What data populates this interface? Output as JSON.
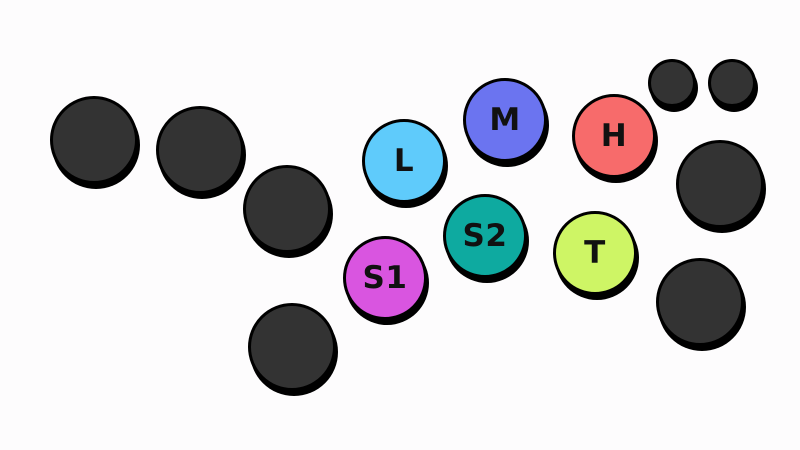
{
  "colors": {
    "background": "#fdfcfd",
    "blank_button": "#333333",
    "outline": "#000000",
    "label_text": "#111111"
  },
  "buttons": {
    "L": {
      "label": "L",
      "color": "#5fcbfb"
    },
    "M": {
      "label": "M",
      "color": "#6b74f0"
    },
    "H": {
      "label": "H",
      "color": "#f76b6b"
    },
    "S1": {
      "label": "S1",
      "color": "#d955e0"
    },
    "S2": {
      "label": "S2",
      "color": "#0eaaa0"
    },
    "T": {
      "label": "T",
      "color": "#cef565"
    }
  }
}
